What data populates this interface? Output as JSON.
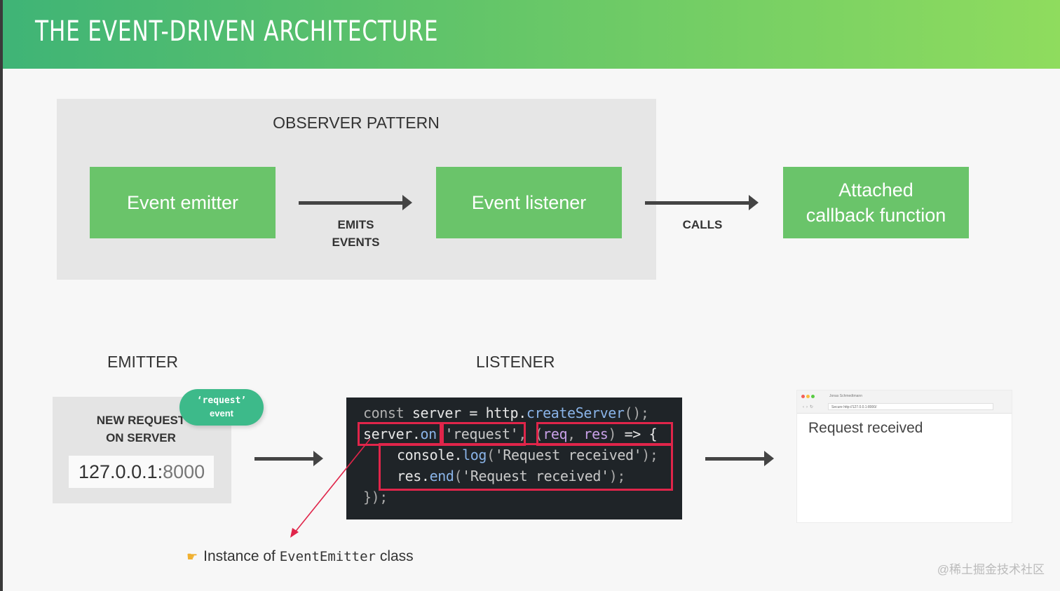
{
  "header": {
    "title": "THE EVENT-DRIVEN ARCHITECTURE"
  },
  "observer": {
    "title": "OBSERVER PATTERN",
    "emitter_label": "Event emitter",
    "listener_label": "Event listener",
    "callback_label_line1": "Attached",
    "callback_label_line2": "callback function",
    "emits_line1": "EMITS",
    "emits_line2": "EVENTS",
    "calls": "CALLS"
  },
  "emitter": {
    "section_label": "EMITTER",
    "new_request_line1": "NEW REQUEST",
    "new_request_line2": "ON SERVER",
    "url_host": "127.0.0.1:",
    "url_port": "8000",
    "pill_line1": "‘request’",
    "pill_line2": "event"
  },
  "listener": {
    "section_label": "LISTENER",
    "code": {
      "l1_kw": "const",
      "l1_rest": " server = http.",
      "l1_fn": "createServer",
      "l1_end": "();",
      "l2_obj": "server.",
      "l2_fn": "on",
      "l2_open": "(",
      "l2_str": "'request'",
      "l2_comma": ", ",
      "l2_params_open": "(",
      "l2_p1": "req",
      "l2_sep": ", ",
      "l2_p2": "res",
      "l2_params_close": ")",
      "l2_arrow": " => {",
      "l3_obj": "console.",
      "l3_fn": "log",
      "l3_open": "(",
      "l3_str": "'Request received'",
      "l3_end": ");",
      "l4_obj": "res.",
      "l4_fn": "end",
      "l4_open": "(",
      "l4_str": "'Request received'",
      "l4_end": ");",
      "l5": "});"
    }
  },
  "browser": {
    "tab_title": "Jonas Schmedtmann",
    "address": "Secure  http://127.0.0.1:8000/",
    "content": "Request received"
  },
  "instance_note": {
    "prefix": "Instance of ",
    "classname": "EventEmitter",
    "suffix": " class"
  },
  "watermark": "@稀土掘金技术社区",
  "colors": {
    "green_box": "#6ac46a",
    "pill": "#3dba8a",
    "highlight": "#e0254a",
    "code_bg": "#1f2428"
  }
}
